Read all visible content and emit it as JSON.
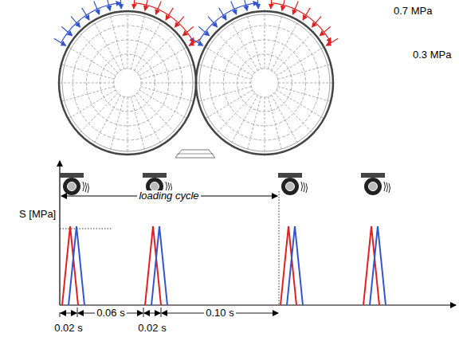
{
  "diagram": {
    "labels": [
      "0.7 MPa",
      "0.3 MPa",
      "S [MPa]",
      "loading cycle",
      "0.02 s",
      "0.06 s",
      "0.02 s",
      "0.10 s"
    ]
  }
}
